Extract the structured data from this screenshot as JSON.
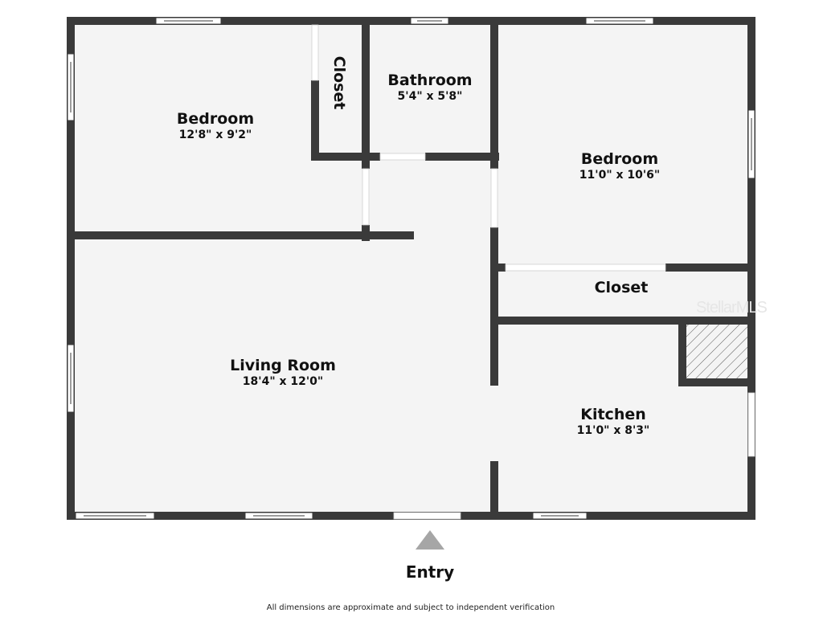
{
  "floor_plan": {
    "rooms": [
      {
        "id": "bedroom-1",
        "name": "Bedroom",
        "dimensions": "12'8\" x 9'2\""
      },
      {
        "id": "closet-1",
        "name": "Closet",
        "dimensions": ""
      },
      {
        "id": "bathroom",
        "name": "Bathroom",
        "dimensions": "5'4\" x 5'8\""
      },
      {
        "id": "bedroom-2",
        "name": "Bedroom",
        "dimensions": "11'0\" x 10'6\""
      },
      {
        "id": "closet-2",
        "name": "Closet",
        "dimensions": ""
      },
      {
        "id": "living-room",
        "name": "Living Room",
        "dimensions": "18'4\" x 12'0\""
      },
      {
        "id": "kitchen",
        "name": "Kitchen",
        "dimensions": "11'0\" x 8'3\""
      }
    ],
    "entry": {
      "label": "Entry",
      "marker": "triangle-up-icon"
    },
    "watermark": "StellarMLS",
    "disclaimer": "All dimensions are approximate and subject to independent verification",
    "colors": {
      "wall": "#3a3a3a",
      "floor": "#f4f4f4",
      "opening": "#ffffff",
      "entry_marker": "#a6a6a6",
      "hatch": "#555555"
    }
  }
}
